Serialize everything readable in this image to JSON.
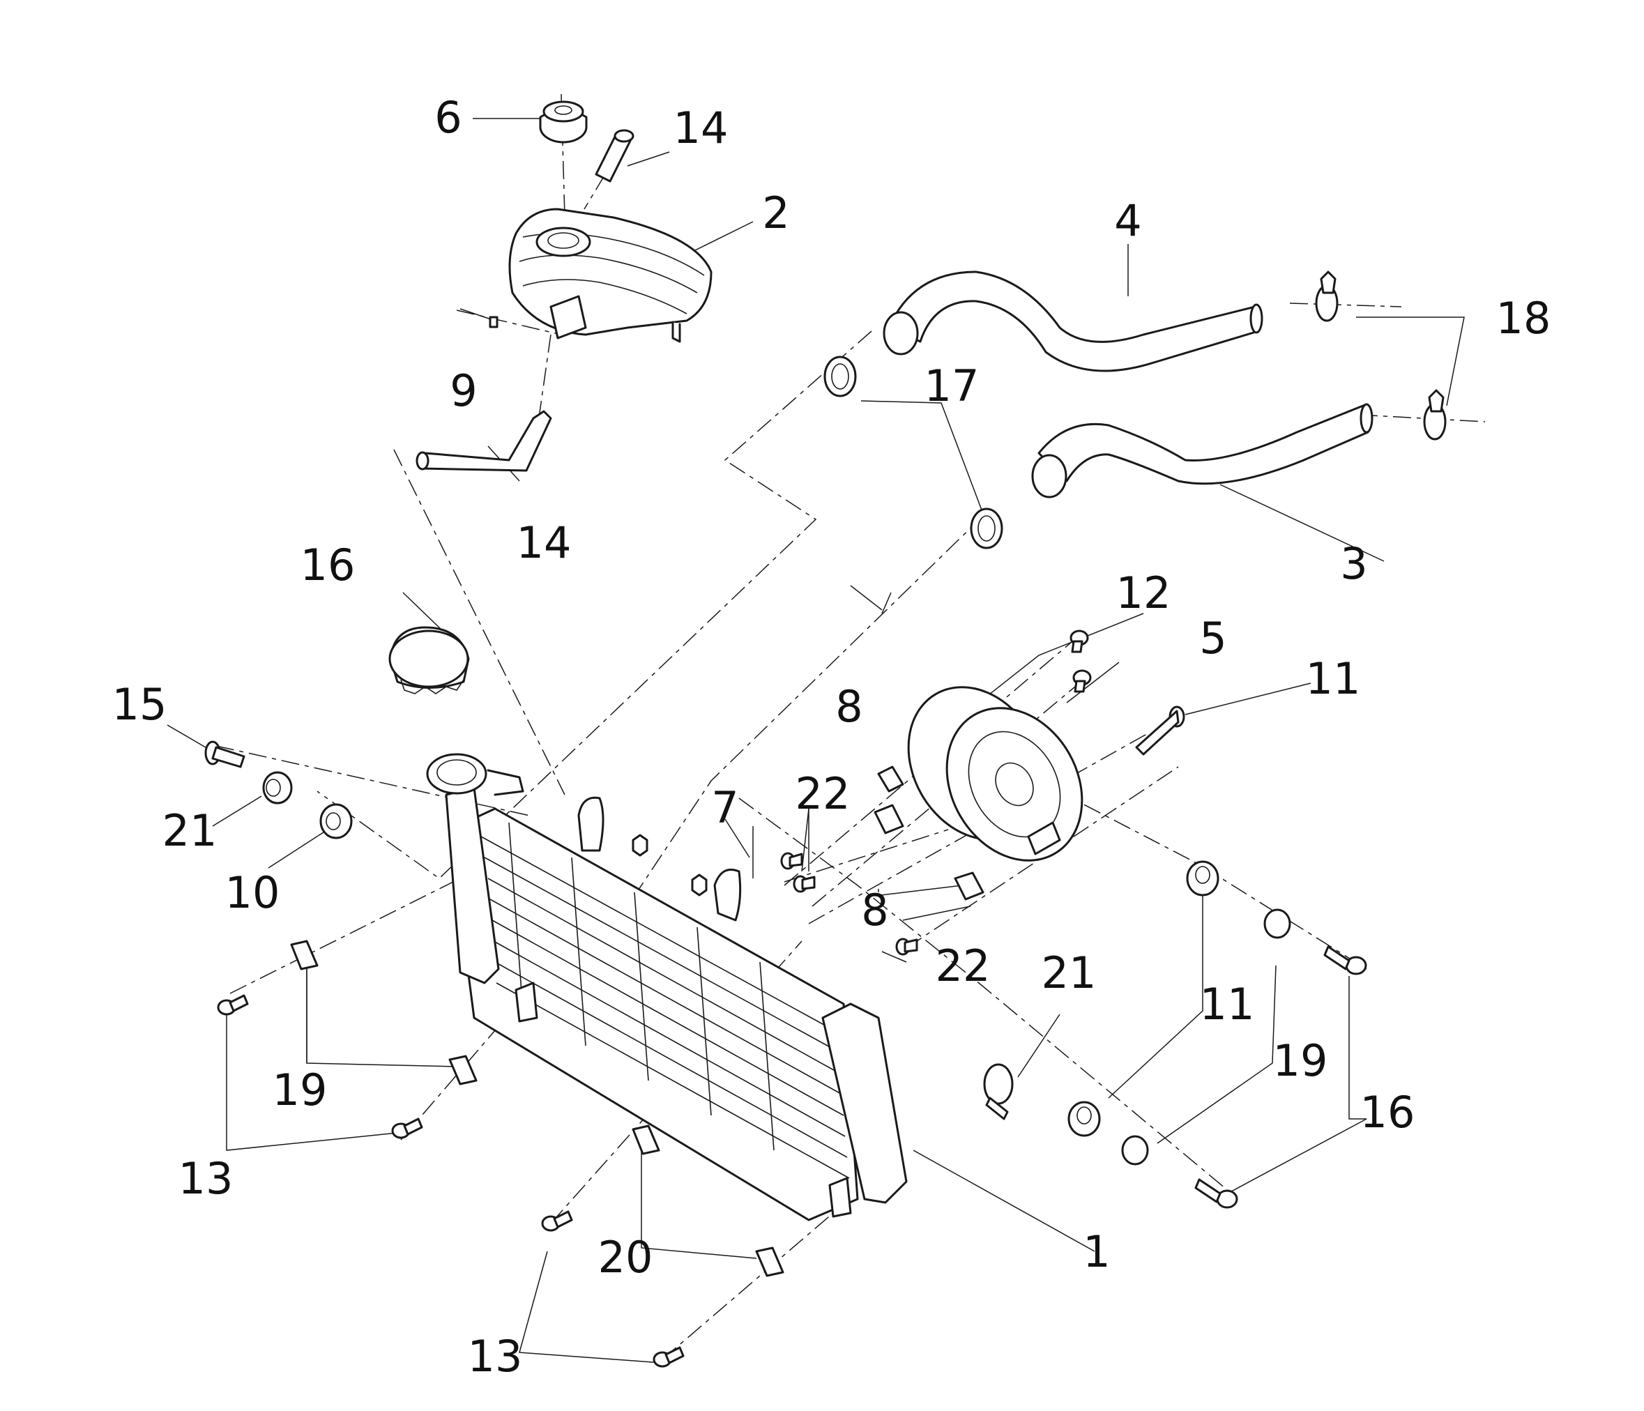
{
  "callouts": [
    {
      "id": "c1",
      "text": "1"
    },
    {
      "id": "c2",
      "text": "2"
    },
    {
      "id": "c3",
      "text": "3"
    },
    {
      "id": "c4",
      "text": "4"
    },
    {
      "id": "c5",
      "text": "5"
    },
    {
      "id": "c6",
      "text": "6"
    },
    {
      "id": "c7",
      "text": "7"
    },
    {
      "id": "c8a",
      "text": "8"
    },
    {
      "id": "c8b",
      "text": "8"
    },
    {
      "id": "c9",
      "text": "9"
    },
    {
      "id": "c10",
      "text": "10"
    },
    {
      "id": "c11a",
      "text": "11"
    },
    {
      "id": "c11b",
      "text": "11"
    },
    {
      "id": "c12",
      "text": "12"
    },
    {
      "id": "c13a",
      "text": "13"
    },
    {
      "id": "c13b",
      "text": "13"
    },
    {
      "id": "c14a",
      "text": "14"
    },
    {
      "id": "c14b",
      "text": "14"
    },
    {
      "id": "c15",
      "text": "15"
    },
    {
      "id": "c16a",
      "text": "16"
    },
    {
      "id": "c16b",
      "text": "16"
    },
    {
      "id": "c17",
      "text": "17"
    },
    {
      "id": "c18",
      "text": "18"
    },
    {
      "id": "c19a",
      "text": "19"
    },
    {
      "id": "c19b",
      "text": "19"
    },
    {
      "id": "c20",
      "text": "20"
    },
    {
      "id": "c21a",
      "text": "21"
    },
    {
      "id": "c21b",
      "text": "21"
    },
    {
      "id": "c22a",
      "text": "22"
    },
    {
      "id": "c22b",
      "text": "22"
    }
  ]
}
